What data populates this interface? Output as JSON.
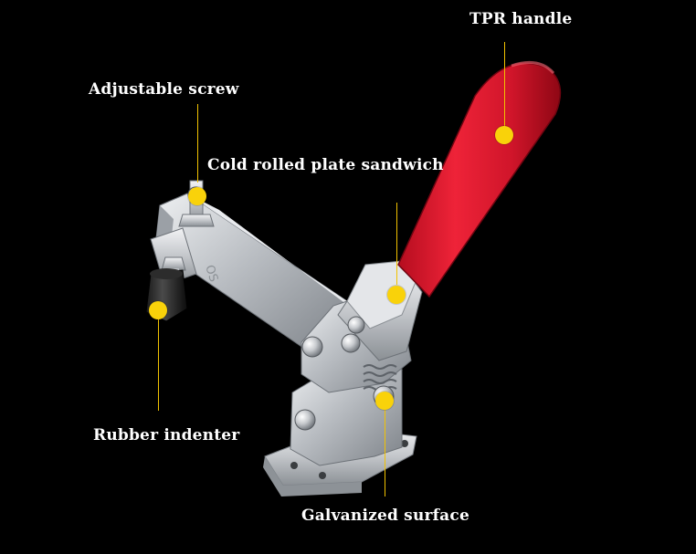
{
  "labels": {
    "tpr_handle": "TPR handle",
    "adjustable_screw": "Adjustable screw",
    "cold_rolled_plate": "Cold rolled plate sandwich",
    "rubber_indenter": "Rubber indenter",
    "galvanized_surface": "Galvanized surface"
  },
  "colors": {
    "background": "#000000",
    "marker": "#f9d20a",
    "leader_line": "#f2c200",
    "label_text": "#ffffff",
    "handle": "#d8142a",
    "steel": "#c9ccd0"
  }
}
